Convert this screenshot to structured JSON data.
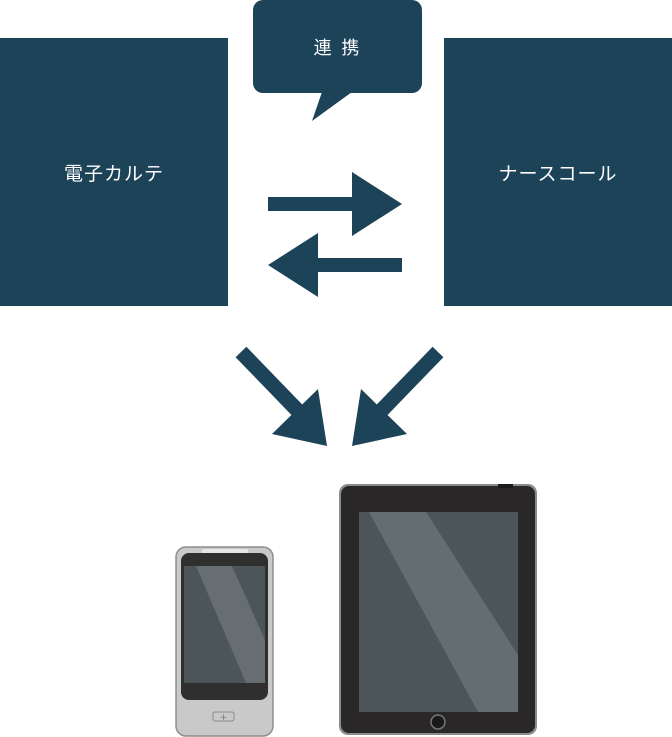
{
  "diagram": {
    "left_box": {
      "label": "電子カルテ"
    },
    "right_box": {
      "label": "ナースコール"
    },
    "bubble": {
      "label": "連 携"
    }
  },
  "colors": {
    "navy": "#1d4359",
    "device_frame": "#3a3a3a",
    "phone_body": "#c9c9c9",
    "screen": "#4c5558"
  }
}
